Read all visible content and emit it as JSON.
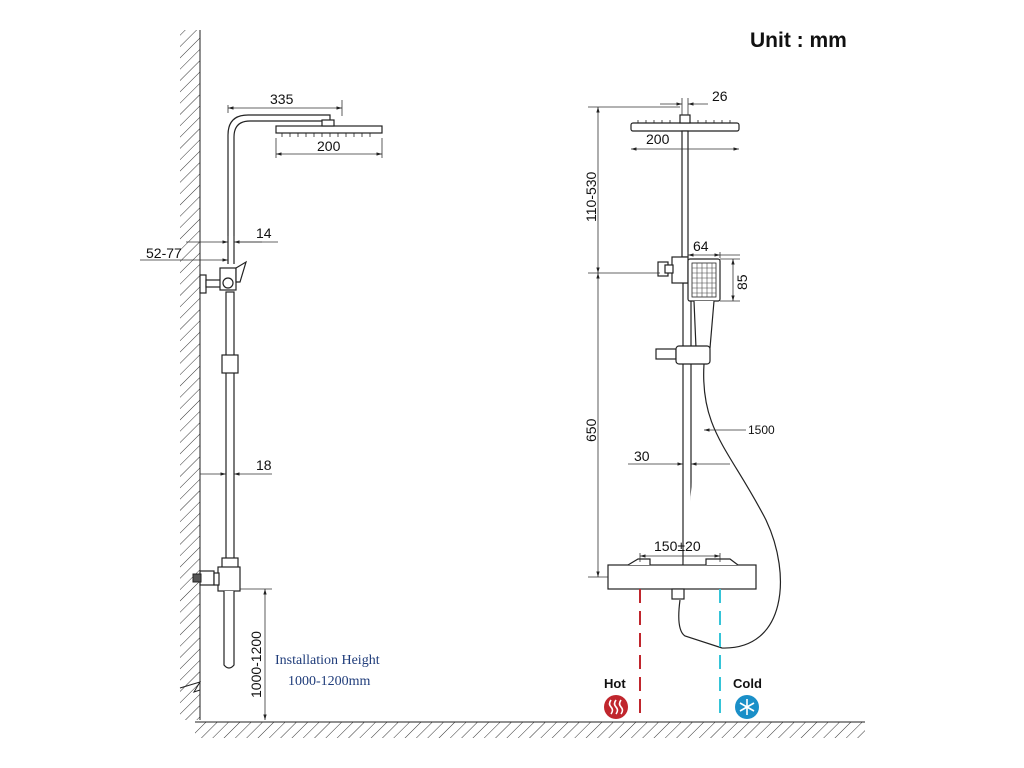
{
  "unit_label": "Unit : mm",
  "side_view": {
    "dim_arm_length": "335",
    "dim_head_width": "200",
    "dim_wall_offset": "52-77",
    "dim_pipe_upper": "14",
    "dim_pipe_lower": "18",
    "dim_install_height": "1000-1200"
  },
  "front_view": {
    "dim_top_pipe": "26",
    "dim_head_width": "200",
    "dim_top_range": "110-530",
    "dim_handshower_width": "64",
    "dim_handshower_height": "85",
    "dim_rail_height": "650",
    "dim_hose": "1500",
    "dim_rail_diameter": "30",
    "dim_inlet_spacing": "150±20"
  },
  "installation": {
    "title": "Installation Height",
    "value": "1000-1200mm"
  },
  "legend": {
    "hot_label": "Hot",
    "cold_label": "Cold",
    "hot_color": "#c0262d",
    "cold_color": "#35c4d8",
    "hot_icon": "heat-waves-icon",
    "cold_icon": "snowflake-icon"
  }
}
